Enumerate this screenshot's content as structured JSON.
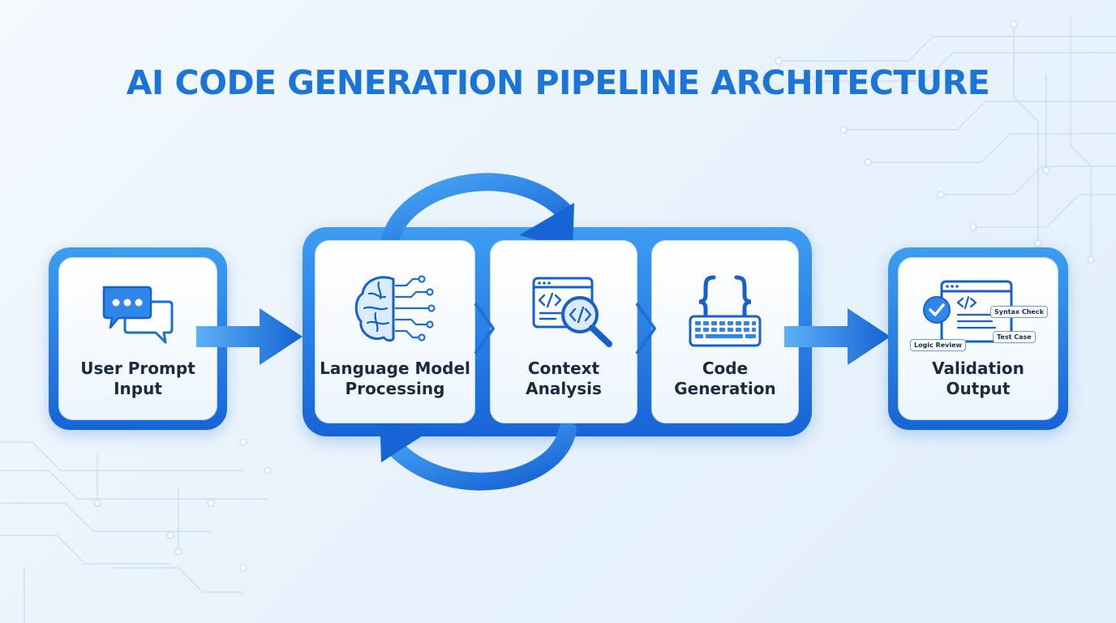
{
  "title": "AI CODE GENERATION PIPELINE ARCHITECTURE",
  "colors": {
    "accent": "#1b74d8",
    "node_border": "#1e6fdc",
    "node_fill": "#ffffff",
    "label_text": "#1b2a44",
    "background": "#eef5fd"
  },
  "nodes": [
    {
      "id": "user-prompt",
      "line1": "User Prompt",
      "line2": "Input",
      "icon": "chat-bubbles-icon"
    },
    {
      "id": "language-model",
      "line1": "Language Model",
      "line2": "Processing",
      "icon": "brain-circuit-icon"
    },
    {
      "id": "context-analysis",
      "line1": "Context",
      "line2": "Analysis",
      "icon": "code-search-icon"
    },
    {
      "id": "code-generation",
      "line1": "Code",
      "line2": "Generation",
      "icon": "braces-keyboard-icon"
    },
    {
      "id": "validation-output",
      "line1": "Validation",
      "line2": "Output",
      "icon": "validation-window-icon"
    }
  ],
  "validation_chips": {
    "syntax_check": "Syntax Check",
    "test_case": "Test Case",
    "logic_review": "Logic Review"
  }
}
